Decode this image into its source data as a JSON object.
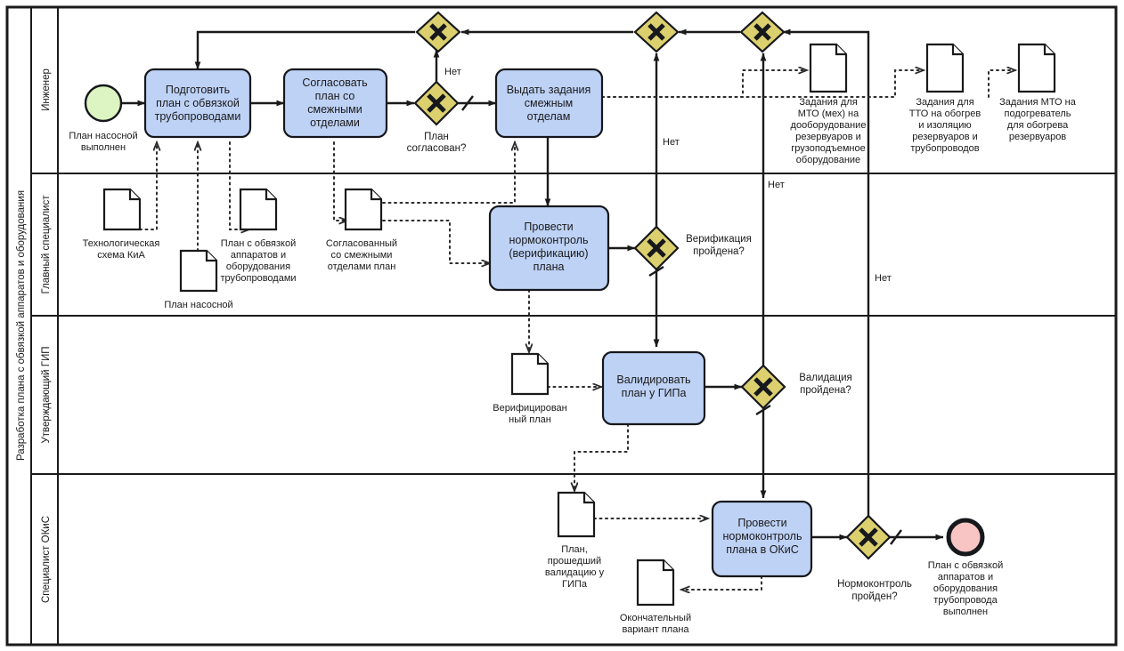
{
  "diagram": {
    "type": "bpmn-process-diagram",
    "pool_label": "Разработка плана с обвязкой аппаратов и оборудования",
    "colors": {
      "task_fill": "#bed2f6",
      "gateway_fill": "#dcd06e",
      "start_event_fill": "#ddf5c2",
      "end_event_fill": "#f9c4c4",
      "data_object_fill": "#ffffff",
      "stroke": "#1a1a1a"
    }
  },
  "lanes": [
    {
      "id": "engineer",
      "label": "Инженер"
    },
    {
      "id": "chief-specialist",
      "label": "Главный специалист"
    },
    {
      "id": "approving-gip",
      "label": "Утверждающий ГИП"
    },
    {
      "id": "okis-specialist",
      "label": "Специалист ОКиС"
    }
  ],
  "events": {
    "start": {
      "label": "План насосной\nвыполнен",
      "line1": "План насосной",
      "line2": "выполнен"
    },
    "end": {
      "label": "План с обвязкой аппаратов и оборудования трубопровода выполнен",
      "line1": "План с обвязкой",
      "line2": "аппаратов и",
      "line3": "оборудования",
      "line4": "трубопровода",
      "line5": "выполнен"
    }
  },
  "tasks": [
    {
      "id": "prepare-plan",
      "label": "Подготовить план с обвязкой трубопроводами",
      "lines": [
        "Подготовить",
        "план с обвязкой",
        "трубопроводами"
      ]
    },
    {
      "id": "approve-plan",
      "label": "Согласовать план со смежными отделами",
      "lines": [
        "Согласовать",
        "план со",
        "смежными",
        "отделами"
      ]
    },
    {
      "id": "issue-tasks",
      "label": "Выдать задания смежным отделам",
      "lines": [
        "Выдать задания",
        "смежным",
        "отделам"
      ]
    },
    {
      "id": "normcontrol-verification",
      "label": "Провести нормоконтроль (верификацию) плана",
      "lines": [
        "Провести",
        "нормоконтроль",
        "(верификацию)",
        "плана"
      ]
    },
    {
      "id": "validate-gip",
      "label": "Валидировать план у ГИПа",
      "lines": [
        "Валидировать",
        "план у ГИПа"
      ]
    },
    {
      "id": "normcontrol-okis",
      "label": "Провести нормоконтроль плана в ОКиС",
      "lines": [
        "Провести",
        "нормоконтроль",
        "плана в ОКиС"
      ]
    }
  ],
  "gateways": [
    {
      "id": "gw-plan-approved",
      "label": "План согласован?",
      "lines": [
        "План",
        "согласован?"
      ],
      "symbol": "X"
    },
    {
      "id": "gw-merge-top-left",
      "label": "",
      "lines": [],
      "symbol": "X"
    },
    {
      "id": "gw-merge-top-mid",
      "label": "",
      "lines": [],
      "symbol": "X"
    },
    {
      "id": "gw-merge-top-right",
      "label": "",
      "lines": [],
      "symbol": "X"
    },
    {
      "id": "gw-verification-passed",
      "label": "Верификация пройдена?",
      "lines": [
        "Верификация",
        "пройдена?"
      ],
      "symbol": "X"
    },
    {
      "id": "gw-validation-passed",
      "label": "Валидация пройдена?",
      "lines": [
        "Валидация",
        "пройдена?"
      ],
      "symbol": "X"
    },
    {
      "id": "gw-normcontrol-passed",
      "label": "Нормоконтроль пройден?",
      "lines": [
        "Нормоконтроль",
        "пройден?"
      ],
      "symbol": "X"
    }
  ],
  "flow_labels": {
    "no_plan_approved": "Нет",
    "no_verification": "Нет",
    "no_validation": "Нет",
    "no_normcontrol": "Нет"
  },
  "data_objects": [
    {
      "id": "tech-scheme-kia",
      "label": "Технологическая схема КиА",
      "lines": [
        "Технологическая",
        "схема КиА"
      ]
    },
    {
      "id": "pump-station-plan",
      "label": "План насосной",
      "lines": [
        "План насосной"
      ]
    },
    {
      "id": "plan-with-binding",
      "label": "План с обвязкой аппаратов и оборудования трубопроводами",
      "lines": [
        "План с обвязкой",
        "аппаратов и",
        "оборудования",
        "трубопроводами"
      ]
    },
    {
      "id": "approved-with-depts-plan",
      "label": "Согласованный со смежными отделами план",
      "lines": [
        "Согласованный",
        "со смежными",
        "отделами план"
      ]
    },
    {
      "id": "tasks-mto-mech",
      "label": "Задания для МТО (мех) на дооборудование резервуаров и грузоподъемное оборудование",
      "lines": [
        "Задания для",
        "МТО (мех) на",
        "дооборудование",
        "резервуаров и",
        "грузоподъемное",
        "оборудование"
      ]
    },
    {
      "id": "tasks-tto-heating",
      "label": "Задания для ТТО на обогрев и изоляцию резервуаров и трубопроводов",
      "lines": [
        "Задания для",
        "ТТО на обогрев",
        "и изоляцию",
        "резервуаров и",
        "трубопроводов"
      ]
    },
    {
      "id": "tasks-mto-heater",
      "label": "Задания МТО на подогреватель для обогрева резервуаров",
      "lines": [
        "Задания МТО на",
        "подогреватель",
        "для обогрева",
        "резервуаров"
      ]
    },
    {
      "id": "verified-plan",
      "label": "Верифицированный план",
      "lines": [
        "Верифицирован",
        "ный план"
      ]
    },
    {
      "id": "gip-validated-plan",
      "label": "План, прошедший валидацию у ГИПа",
      "lines": [
        "План,",
        "прошедший",
        "валидацию у",
        "ГИПа"
      ]
    },
    {
      "id": "final-plan-version",
      "label": "Окончательный вариант плана",
      "lines": [
        "Окончательный",
        "вариант плана"
      ]
    }
  ]
}
